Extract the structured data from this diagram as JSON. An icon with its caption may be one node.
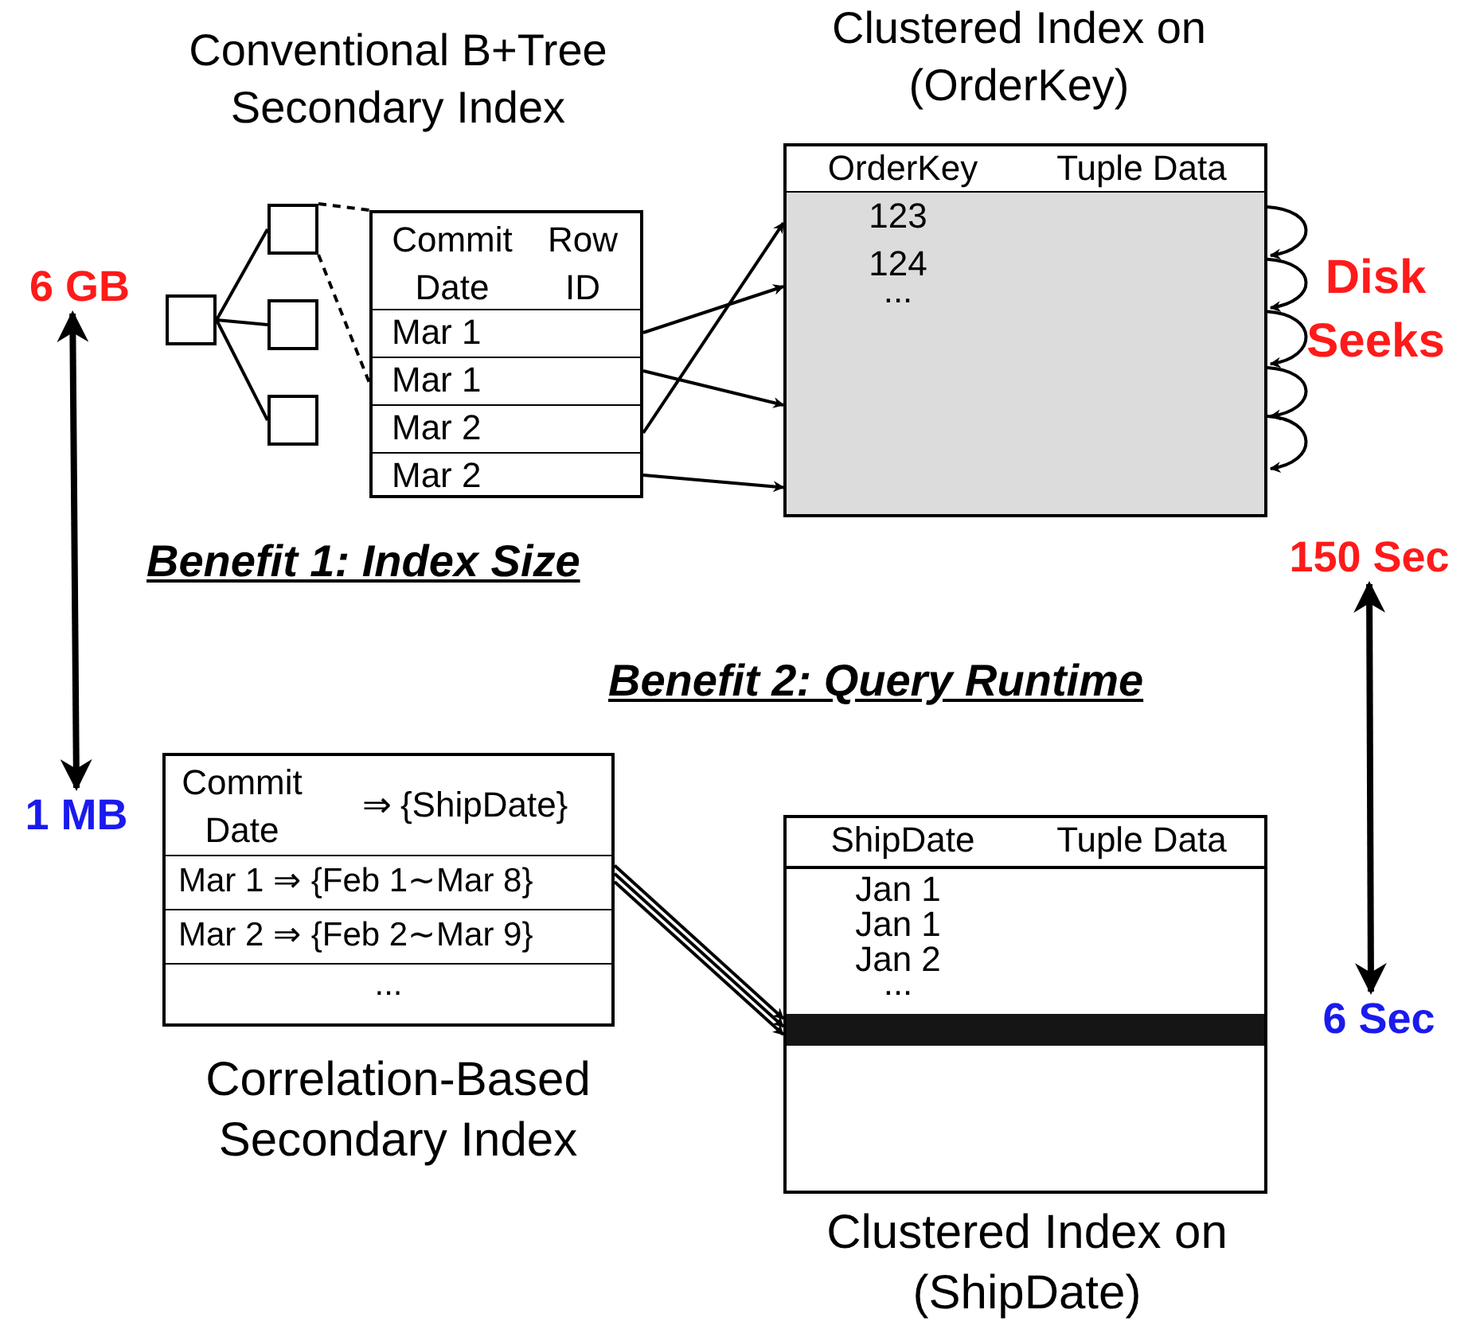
{
  "diagram": {
    "nodes": [
      {
        "text": [],
        "shape": "box"
      },
      {
        "text": [],
        "shape": "box"
      },
      {
        "text": [],
        "shape": "box"
      },
      {
        "text": [],
        "shape": "box"
      },
      {
        "text": [
          "Commit Date",
          "Row ID"
        ]
      },
      {
        "text": [
          "Mar 1"
        ],
        "in": 4
      },
      {
        "text": [
          "Mar 1"
        ],
        "in": 4
      },
      {
        "text": [
          "Mar 2"
        ],
        "in": 4
      },
      {
        "text": [
          "Mar 2"
        ],
        "in": 4
      },
      {
        "text": [
          "OrderKey",
          "Tuple Data",
          "123",
          "124",
          "..."
        ]
      },
      {
        "text": [
          "Commit Date",
          "⇒ {ShipDate}"
        ]
      },
      {
        "text": [
          "Mar 1 ⇒ {Feb 1∼Mar 8}"
        ],
        "in": 10
      },
      {
        "text": [
          "Mar 2 ⇒ {Feb 2∼Mar 9}"
        ],
        "in": 10
      },
      {
        "text": [
          "..."
        ],
        "in": 10
      },
      {
        "text": [
          "ShipDate",
          "Tuple Data",
          "Jan 1",
          "Jan 1",
          "Jan 2",
          "..."
        ]
      },
      {
        "text": [],
        "shape": "bar",
        "in": 14
      },
      {
        "text": [
          "6 GB"
        ]
      },
      {
        "text": [
          "1 MB"
        ]
      },
      {
        "text": [
          "150 Sec"
        ]
      },
      {
        "text": [
          "6 Sec"
        ]
      }
    ],
    "edges": [
      {
        "from": 0,
        "to": 1,
        "arrow": "none"
      },
      {
        "from": 0,
        "to": 2,
        "arrow": "none"
      },
      {
        "from": 0,
        "to": 3,
        "arrow": "none"
      },
      {
        "from": 1,
        "to": 4,
        "arrow": "none",
        "style": "dashed"
      },
      {
        "from": 1,
        "to": 4,
        "arrow": "none",
        "style": "dashed"
      },
      {
        "from": 5,
        "to": 9,
        "arrow": "to"
      },
      {
        "from": 6,
        "to": 9,
        "arrow": "to"
      },
      {
        "from": 7,
        "to": 9,
        "arrow": "to"
      },
      {
        "from": 8,
        "to": 9,
        "arrow": "to"
      },
      {
        "from": 9,
        "to": 9,
        "arrow": "to"
      },
      {
        "from": 9,
        "to": 9,
        "arrow": "to"
      },
      {
        "from": 9,
        "to": 9,
        "arrow": "to"
      },
      {
        "from": 9,
        "to": 9,
        "arrow": "to"
      },
      {
        "from": 9,
        "to": 9,
        "arrow": "to"
      },
      {
        "from": 11,
        "to": 15,
        "arrow": "to"
      },
      {
        "from": 11,
        "to": 15,
        "arrow": "to"
      },
      {
        "from": 11,
        "to": 15,
        "arrow": "to"
      },
      {
        "from": 16,
        "to": 17,
        "arrow": "both",
        "style": "thick"
      },
      {
        "from": 18,
        "to": 19,
        "arrow": "both",
        "style": "thick"
      }
    ],
    "labels": [
      "Conventional B+Tree Secondary Index",
      "Clustered Index on (OrderKey)",
      "Disk Seeks",
      "Benefit 1: Index Size",
      "Benefit 2: Query Runtime",
      "Correlation-Based Secondary Index",
      "Clustered Index on (ShipDate)"
    ]
  }
}
